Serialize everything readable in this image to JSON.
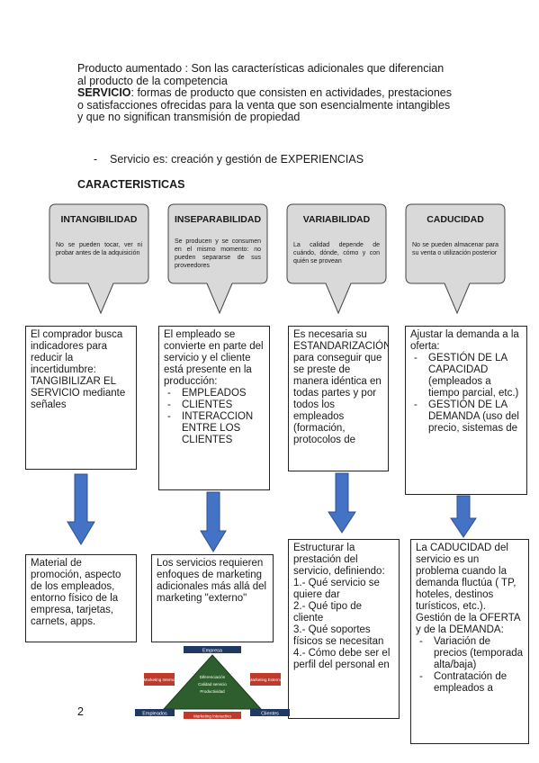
{
  "intro": {
    "line1": "Producto aumentado : Son las características adicionales que diferencian al producto de la competencia",
    "servicio_label": "SERVICIO",
    "servicio_text": ": formas de producto que consisten en actividades, prestaciones o satisfacciones ofrecidas para la venta que son esencialmente intangibles y que no significan transmisión de propiedad",
    "bullet_dash": "-",
    "bullet": "Servicio es: creación y gestión de EXPERIENCIAS"
  },
  "section_title": "CARACTERISTICAS",
  "callouts": [
    {
      "title": "INTANGIBILIDAD",
      "desc": "No se pueden tocar, ver ni probar antes de la adquisición"
    },
    {
      "title": "INSEPARABILIDAD",
      "desc": "Se producen y se consumen en el mismo momento: no pueden separarse de sus proveedores"
    },
    {
      "title": "VARIABILIDAD",
      "desc": "La calidad depende de cuándo, dónde, cómo y con quién se provean"
    },
    {
      "title": "CADUCIDAD",
      "desc": "No se pueden almacenar para su venta o utilización posterior"
    }
  ],
  "boxes_top": [
    {
      "text": "El comprador busca indicadores para reducir la incertidumbre: TANGIBILIZAR EL SERVICIO mediante señales"
    },
    {
      "text": "El empleado se convierte en parte del servicio y el cliente está presente en la producción:",
      "items": [
        "EMPLEADOS",
        "CLIENTES",
        "INTERACCION ENTRE LOS CLIENTES"
      ]
    },
    {
      "text": "Es necesaria su ESTANDARIZACIÓN para conseguir que se preste de manera idéntica en todas partes y por todos los empleados (formación, protocolos de"
    },
    {
      "text": "Ajustar la demanda a la oferta:",
      "items": [
        "GESTIÓN DE LA CAPACIDAD (empleados a tiempo parcial, etc.)",
        "GESTIÓN DE LA DEMANDA (uso del precio, sistemas de"
      ]
    }
  ],
  "boxes_bottom": [
    {
      "text": "Material de promoción, aspecto de los empleados, entorno físico de la empresa, tarjetas, carnets, apps."
    },
    {
      "text": "Los servicios requieren enfoques de marketing adicionales más allá del marketing \"externo\""
    },
    {
      "text": "Estructurar la prestación del servicio, definiendo:",
      "lines": [
        "1.- Qué servicio se quiere dar",
        "2.- Qué tipo de cliente",
        "3.- Qué soportes físicos se necesitan",
        "4.- Cómo debe ser el perfil del personal en"
      ]
    },
    {
      "text": "La CADUCIDAD del servicio es un problema cuando la demanda fluctúa ( TP, hoteles, destinos turísticos, etc.). Gestión de la OFERTA y de la DEMANDA:",
      "items": [
        "Variación de precios (temporada alta/baja)",
        "Contratación de empleados a"
      ]
    }
  ],
  "pyramid": {
    "top": "Empresa",
    "left_bottom": "Empleados",
    "right_bottom": "Clientes",
    "center_line1": "Diferenciación",
    "center_line2": "Calidad servicio",
    "center_line3": "Productividad",
    "left_label": "Marketing Interno",
    "right_label": "Marketing Externo",
    "bottom_label": "Marketing Interactivo"
  },
  "page_number": "2",
  "colors": {
    "arrow": "#4472c4",
    "arrow_stroke": "#2f528f",
    "callout_fill": "#d9d9d9",
    "pyramid_green": "#2e5e2e",
    "pyramid_red": "#c0392b",
    "pyramid_navy": "#1f3864"
  }
}
